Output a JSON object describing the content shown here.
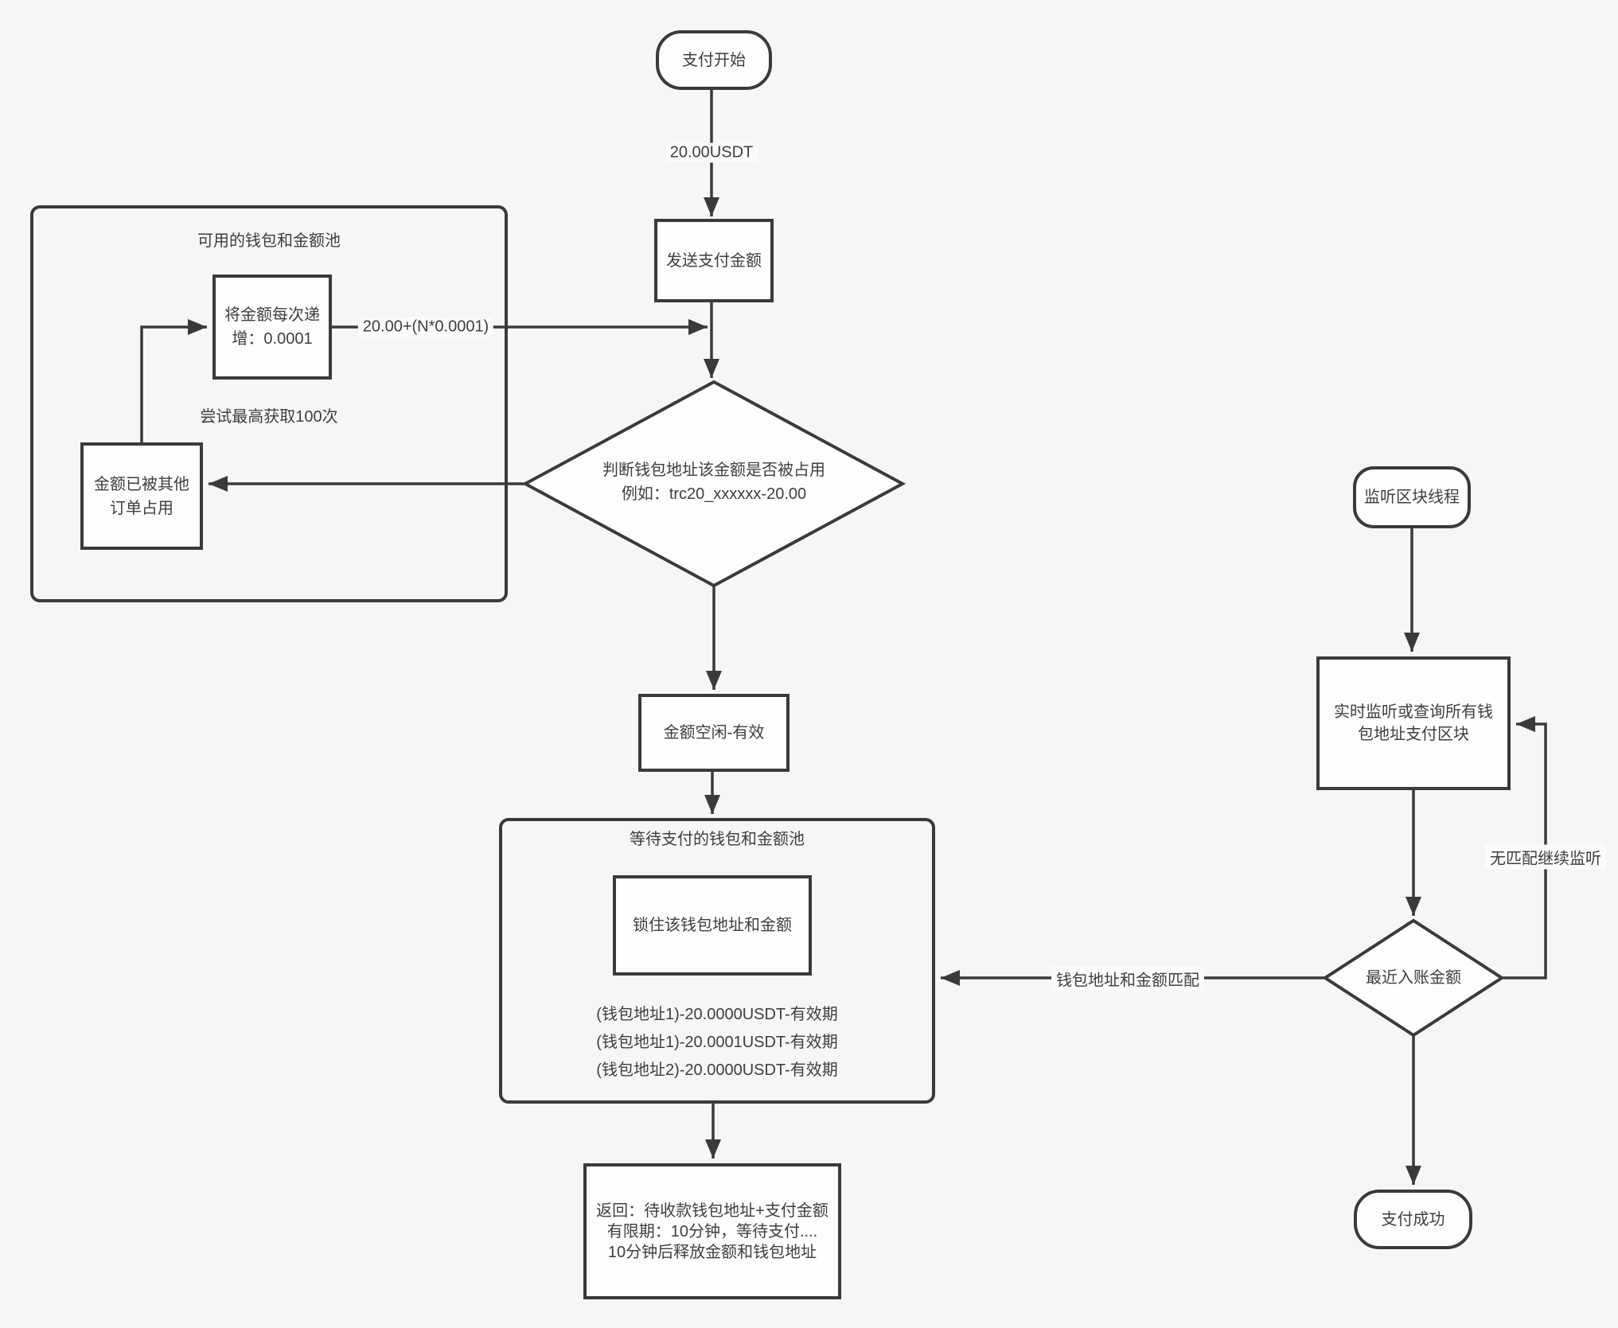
{
  "diagram": {
    "background": "#f6f6f6",
    "stroke_color": "#3a3a3a",
    "text_color": "#3e3e3e",
    "nodes": {
      "start": {
        "type": "terminator",
        "label": "支付开始"
      },
      "send_amount": {
        "type": "process",
        "label": "发送支付金额"
      },
      "check_occupied": {
        "type": "decision",
        "label": [
          "判断钱包地址该金额是否被占用",
          "例如：trc20_xxxxxx-20.00"
        ]
      },
      "amount_free": {
        "type": "process",
        "label": "金额空闲-有效"
      },
      "increment": {
        "type": "process",
        "label": [
          "将金额每次递",
          "增：0.0001"
        ]
      },
      "occupied": {
        "type": "process",
        "label": [
          "金额已被其他",
          "订单占用"
        ]
      },
      "lock": {
        "type": "process",
        "label": "锁住该钱包地址和金额"
      },
      "return_info": {
        "type": "process",
        "label": [
          "返回：待收款钱包地址+支付金额",
          "有限期：10分钟，等待支付....",
          "10分钟后释放金额和钱包地址"
        ]
      },
      "listen_thread": {
        "type": "terminator",
        "label": "监听区块线程"
      },
      "monitor": {
        "type": "process",
        "label": [
          "实时监听或查询所有钱",
          "包地址支付区块"
        ]
      },
      "recent_amount": {
        "type": "decision",
        "label": "最近入账金额"
      },
      "success": {
        "type": "terminator",
        "label": "支付成功"
      }
    },
    "containers": {
      "available_pool": {
        "title": "可用的钱包和金额池",
        "note": "尝试最高获取100次"
      },
      "waiting_pool": {
        "title": "等待支付的钱包和金额池",
        "entries": [
          "(钱包地址1)-20.0000USDT-有效期",
          "(钱包地址1)-20.0001USDT-有效期",
          "(钱包地址2)-20.0000USDT-有效期"
        ]
      }
    },
    "edge_labels": {
      "amount": "20.00USDT",
      "increment_formula": "20.00+(N*0.0001)",
      "no_match": "无匹配继续监听",
      "match": "钱包地址和金额匹配"
    },
    "edges": [
      {
        "from": "start",
        "to": "send_amount",
        "label": "20.00USDT"
      },
      {
        "from": "send_amount",
        "to": "check_occupied"
      },
      {
        "from": "increment",
        "to": "check_occupied",
        "label": "20.00+(N*0.0001)"
      },
      {
        "from": "check_occupied",
        "to": "occupied"
      },
      {
        "from": "occupied",
        "to": "increment"
      },
      {
        "from": "check_occupied",
        "to": "amount_free"
      },
      {
        "from": "amount_free",
        "to": "waiting_pool"
      },
      {
        "from": "waiting_pool",
        "to": "return_info"
      },
      {
        "from": "listen_thread",
        "to": "monitor"
      },
      {
        "from": "monitor",
        "to": "recent_amount"
      },
      {
        "from": "recent_amount",
        "to": "monitor",
        "label": "无匹配继续监听"
      },
      {
        "from": "recent_amount",
        "to": "waiting_pool",
        "label": "钱包地址和金额匹配"
      },
      {
        "from": "recent_amount",
        "to": "success"
      }
    ]
  }
}
